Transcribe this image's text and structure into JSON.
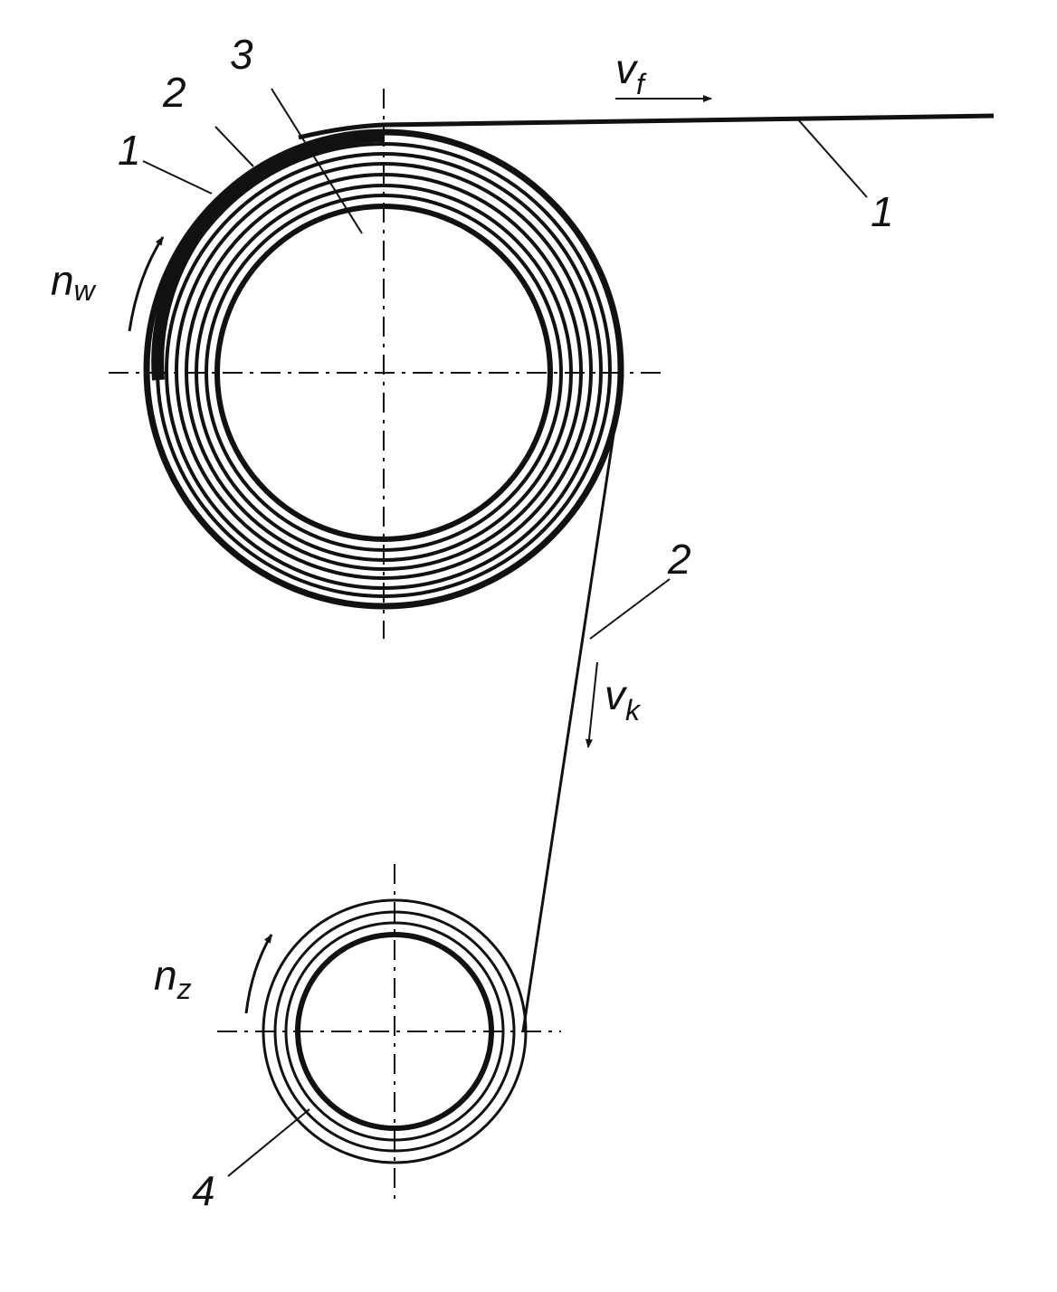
{
  "figure": {
    "labels": {
      "film_strip_label": "1",
      "outer_layer_label": "1",
      "second_layer_label": "2",
      "core_label": "3",
      "cable_strip_label": "2",
      "lower_roll_label": "4"
    },
    "symbols": {
      "film_speed": {
        "base": "v",
        "sub": "f"
      },
      "cable_speed": {
        "base": "v",
        "sub": "k"
      },
      "upper_rotation": {
        "base": "n",
        "sub": "w"
      },
      "lower_rotation": {
        "base": "n",
        "sub": "z"
      }
    },
    "colors": {
      "ink": "#111111",
      "background": "#ffffff"
    }
  }
}
